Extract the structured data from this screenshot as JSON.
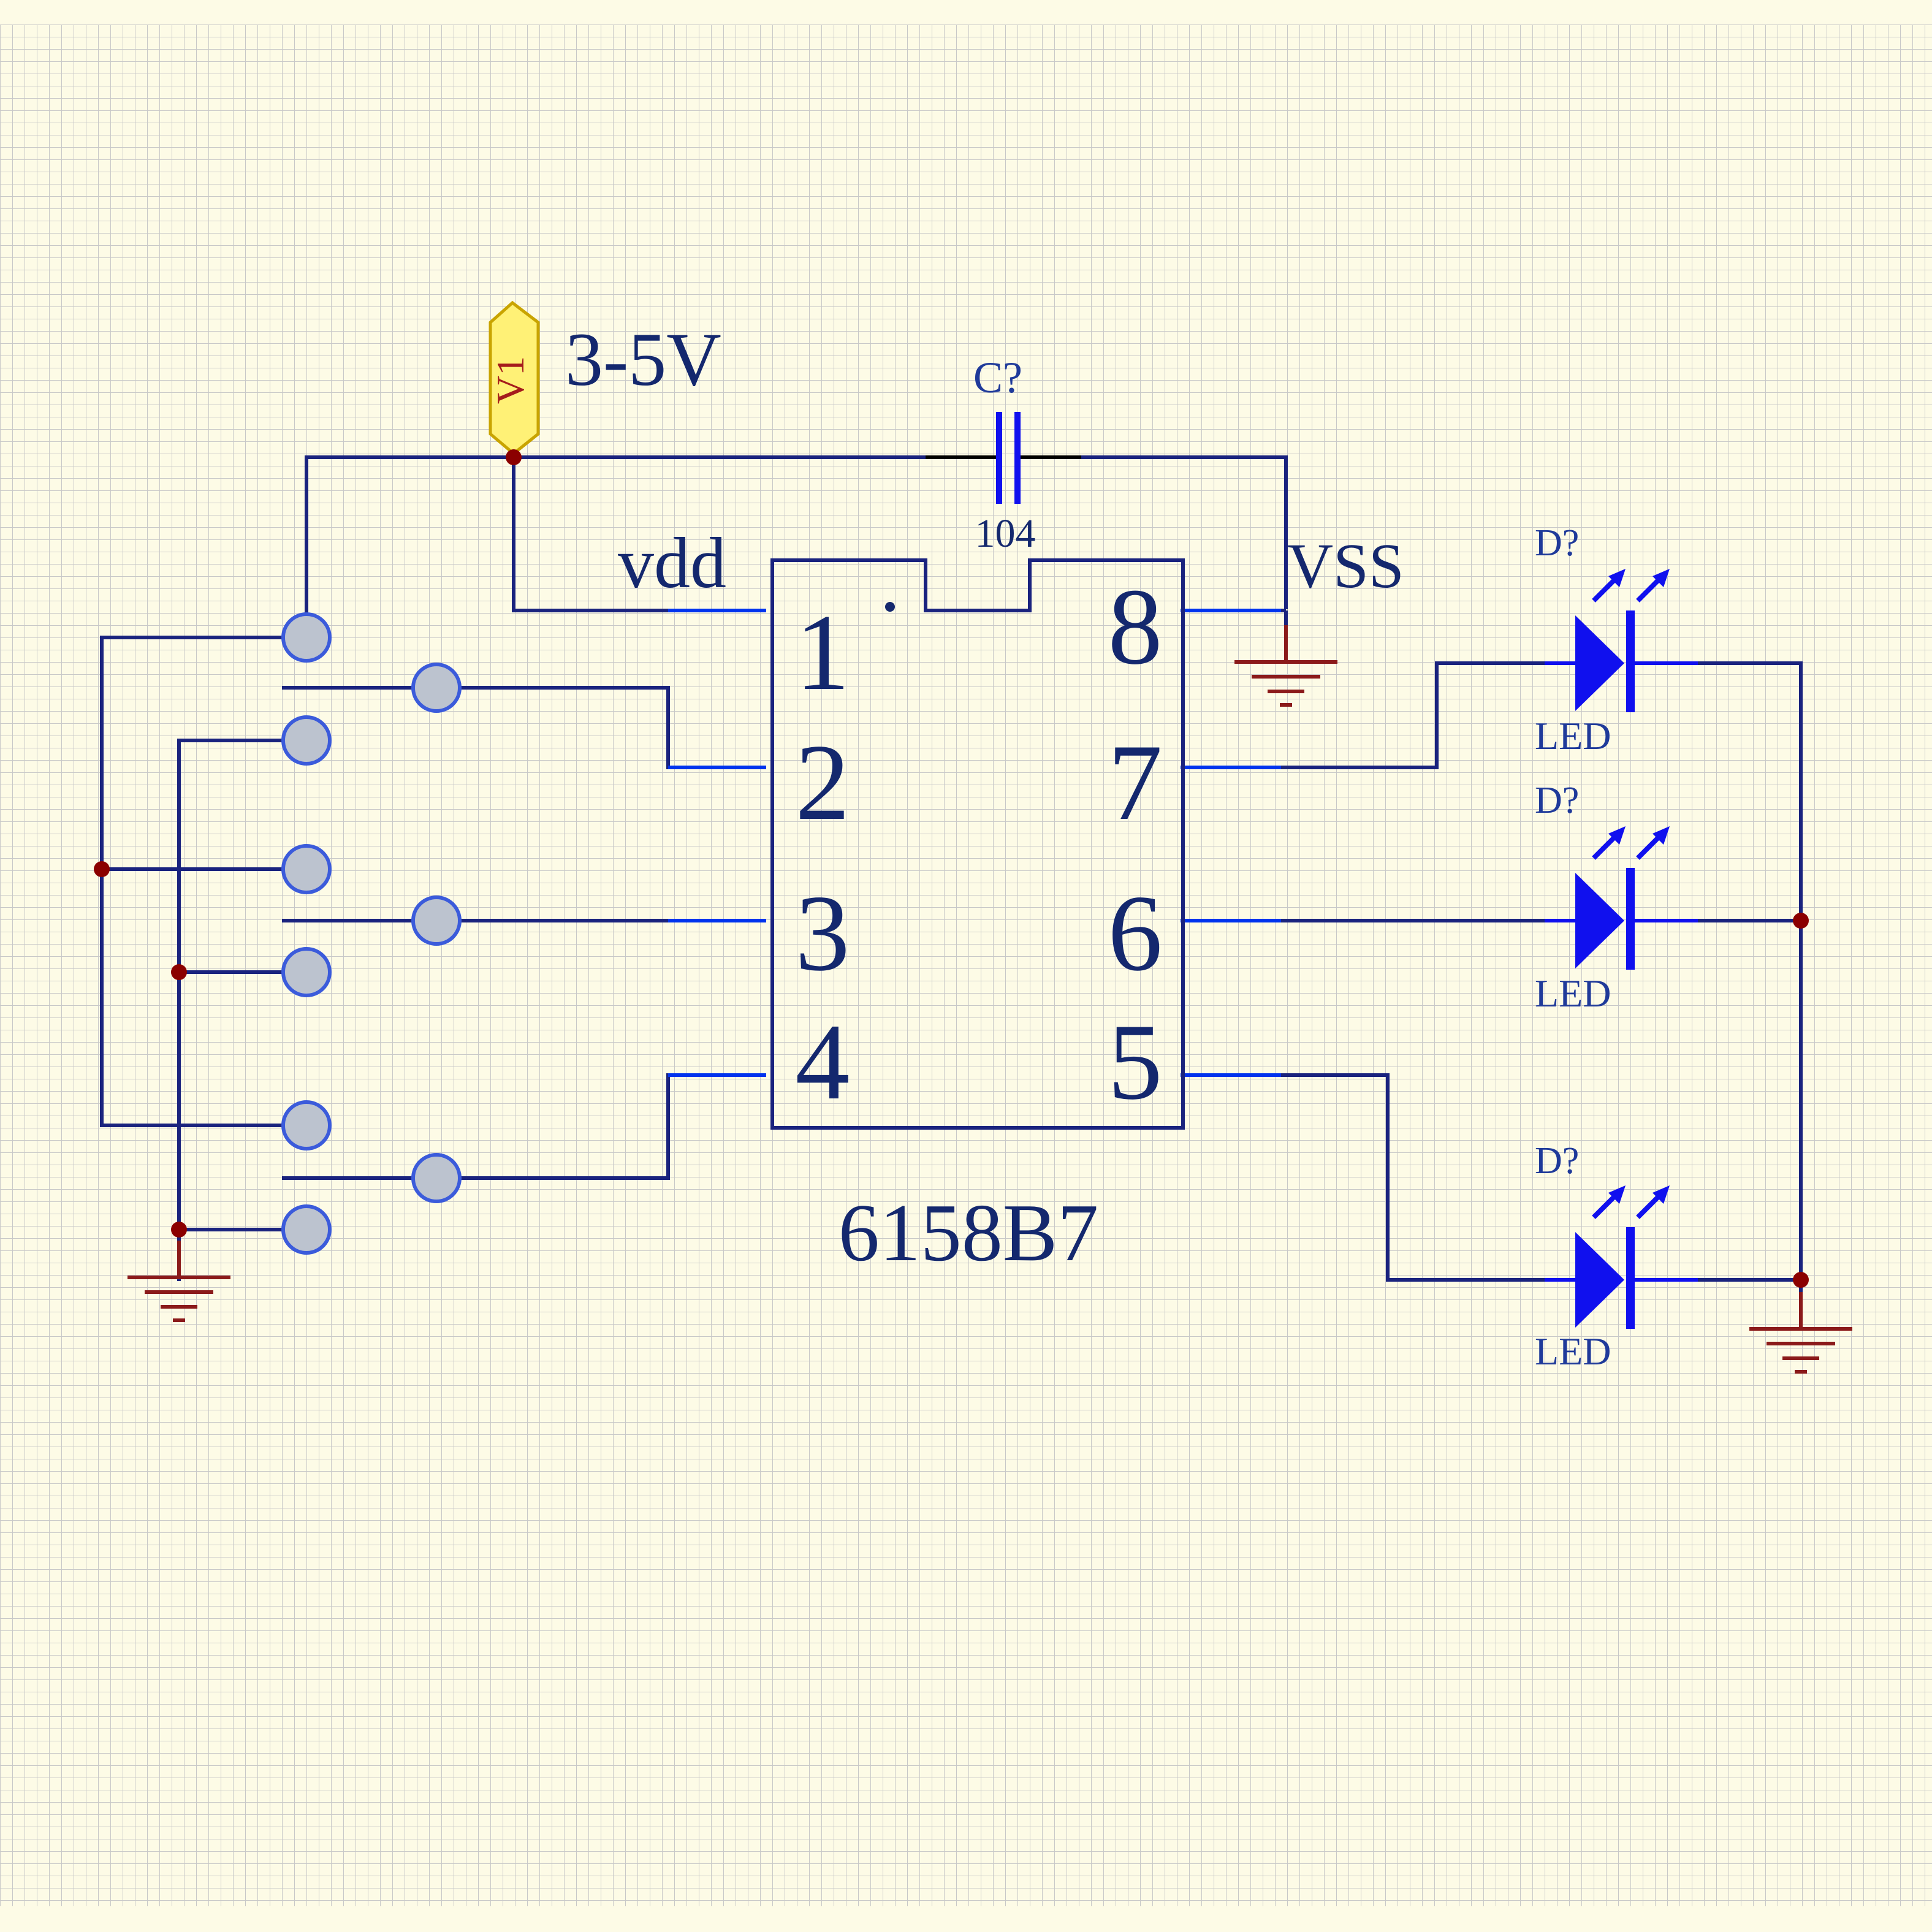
{
  "power": {
    "label": "V1",
    "voltage": "3-5V"
  },
  "capacitor": {
    "ref": "C?",
    "value": "104"
  },
  "chip": {
    "part": "6158B7",
    "vdd_label": "vdd",
    "vss_label": "VSS",
    "pins": [
      "1",
      "2",
      "3",
      "4",
      "5",
      "6",
      "7",
      "8"
    ]
  },
  "leds": [
    {
      "ref": "D?",
      "value": "LED"
    },
    {
      "ref": "D?",
      "value": "LED"
    },
    {
      "ref": "D?",
      "value": "LED"
    }
  ],
  "colors": {
    "background": "#fdfbe6",
    "grid": "#c8c8c8",
    "wire": "#1a237e",
    "pin": "#0033ee",
    "led": "#1010ee",
    "ground": "#8b1a1a",
    "junction": "#8b0000",
    "power_fill": "#fff176",
    "power_stroke": "#c9a400",
    "switch_fill": "#bcc3cf",
    "switch_stroke": "#3b5bdb",
    "text": "#14286e",
    "red_text": "#a51c1c"
  }
}
